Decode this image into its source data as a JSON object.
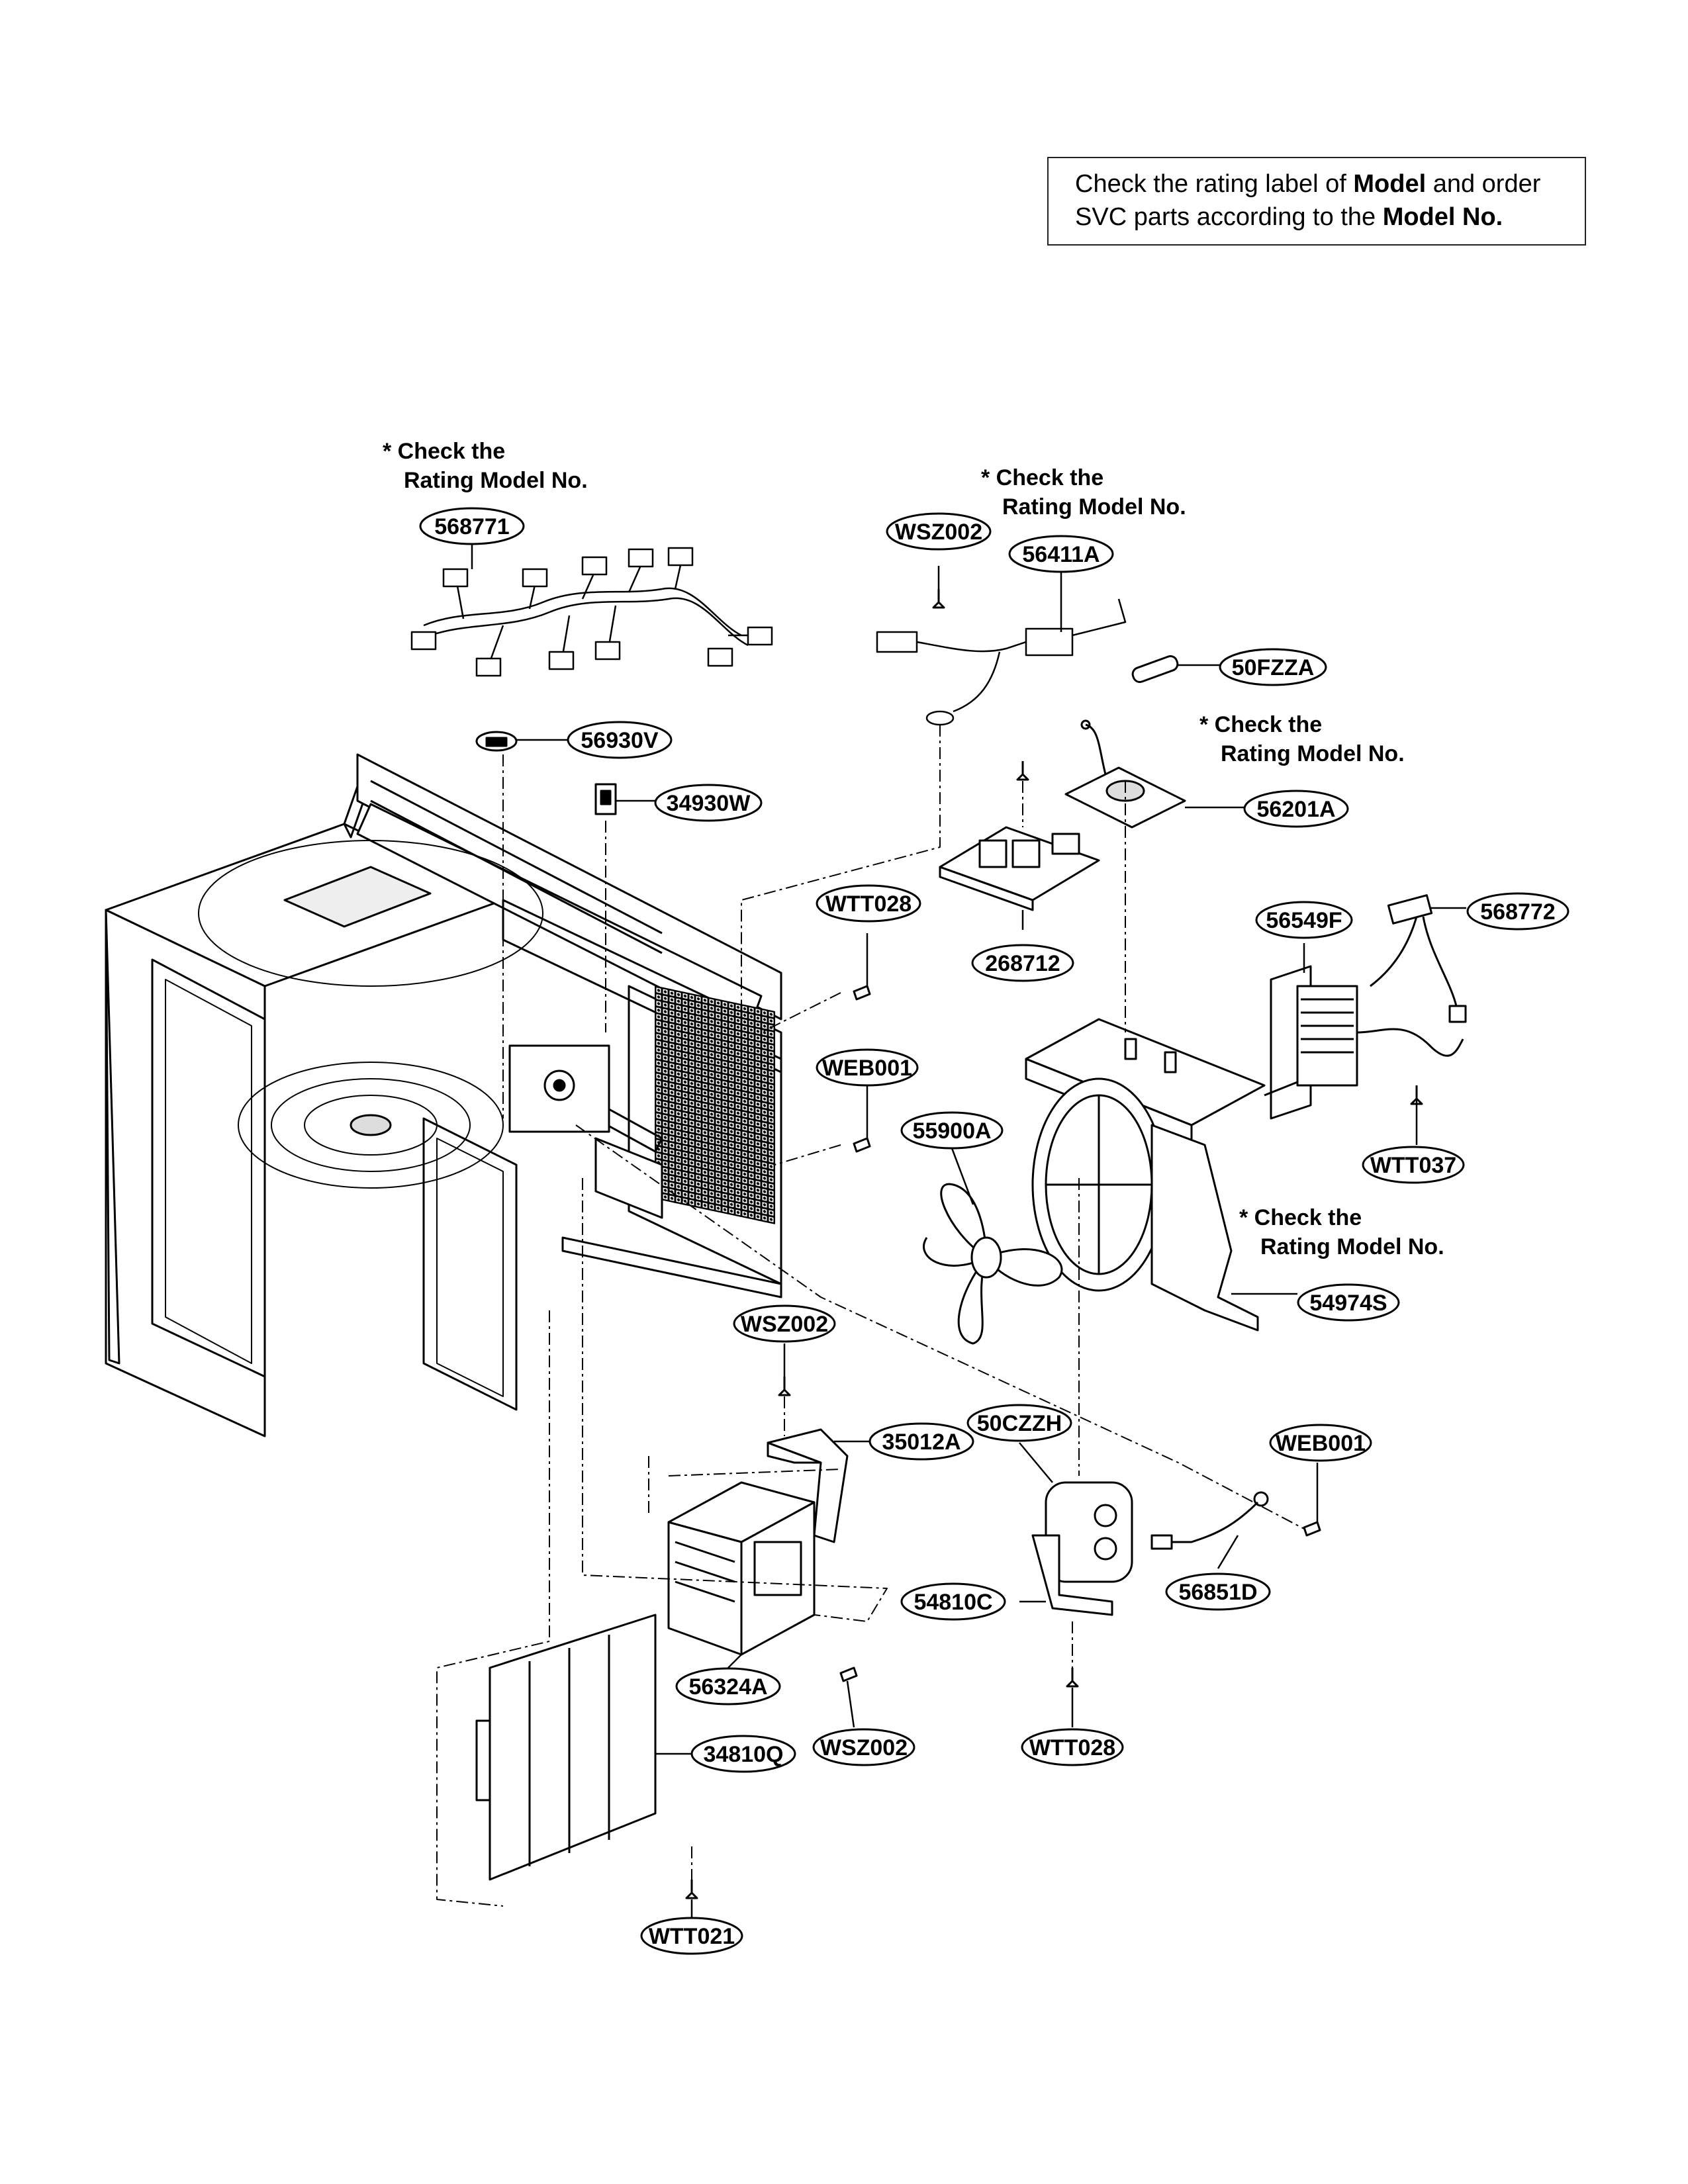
{
  "notice": {
    "line1_prefix": "Check the rating label of ",
    "line1_bold": "Model",
    "line1_suffix": " and order",
    "line2_prefix": "SVC parts according to the ",
    "line2_bold": "Model No."
  },
  "notes": {
    "line1": "* Check the",
    "line2": "Rating Model No."
  },
  "callouts": {
    "harness_top": "568771",
    "harness_right": "56411A",
    "screw_top": "WSZ002",
    "fuse": "50FZZA",
    "noise_filter": "56201A",
    "pcb": "268712",
    "thermostat": "56930V",
    "sensor": "34930W",
    "screw_wtt028_a": "WTT028",
    "screw_web001_a": "WEB001",
    "fan_motor": "56549F",
    "harness_small": "568772",
    "screw_wtt037": "WTT037",
    "fan_blade": "55900A",
    "orifice": "54974S",
    "screw_wsz002_mid": "WSZ002",
    "bracket": "35012A",
    "capacitor": "50CZZH",
    "screw_web001_b": "WEB001",
    "cap_bracket": "54810C",
    "diode": "56851D",
    "transformer": "56324A",
    "screw_wsz002_low": "WSZ002",
    "screw_wtt028_b": "WTT028",
    "back_cover": "34810Q",
    "screw_wtt021": "WTT021"
  }
}
